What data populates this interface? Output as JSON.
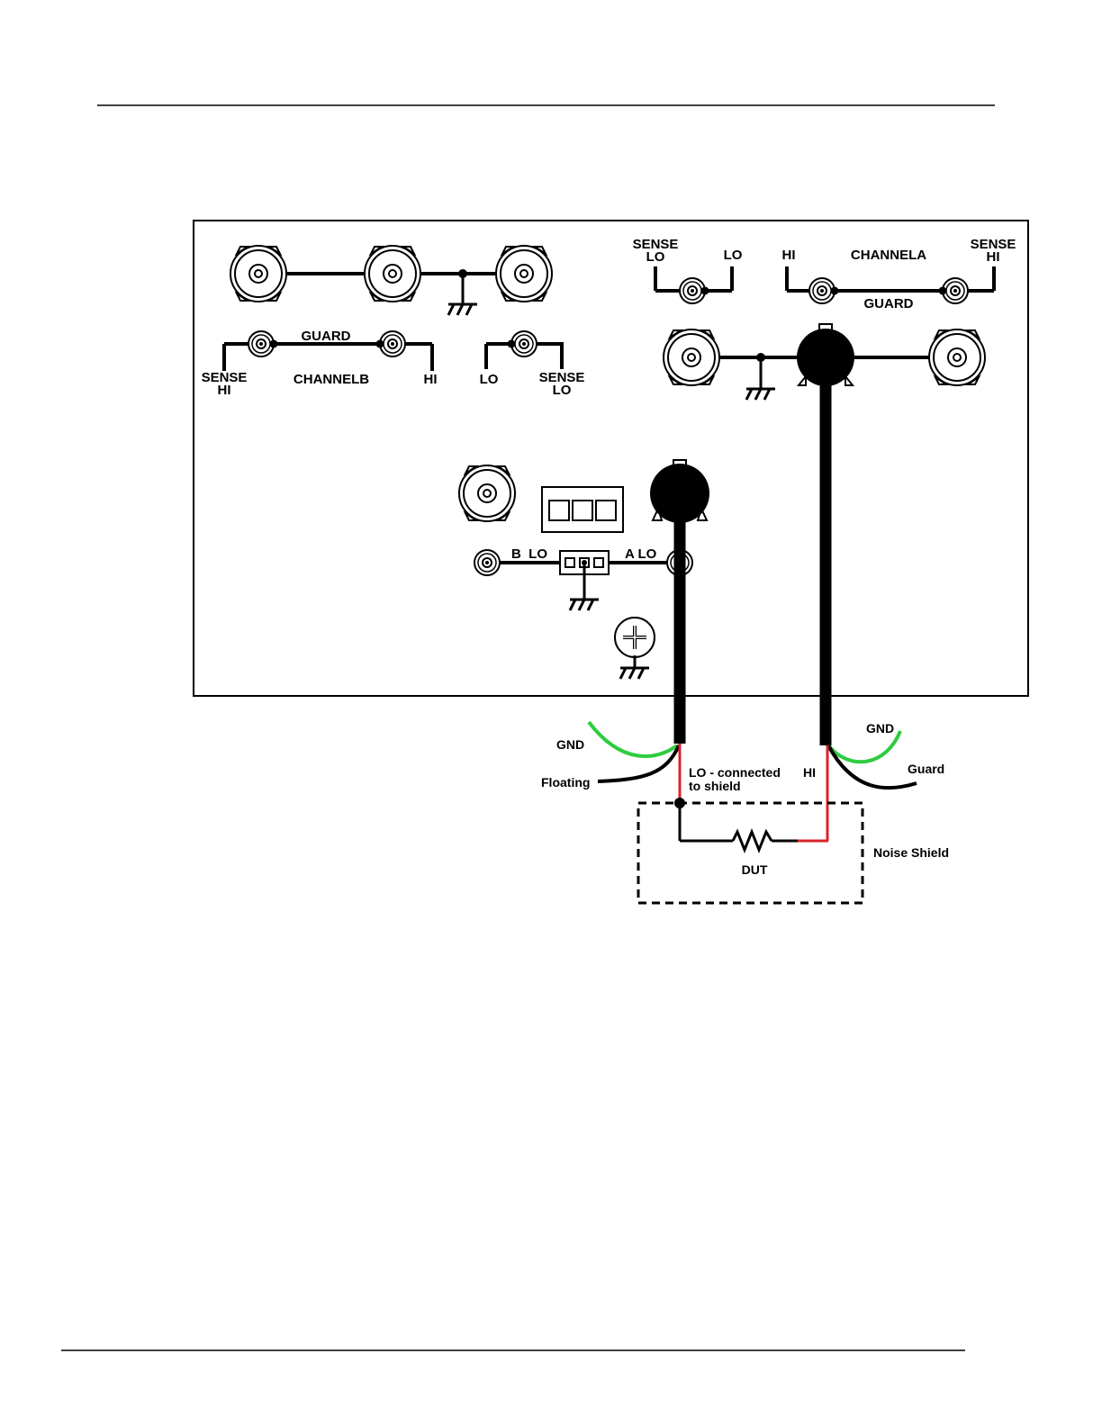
{
  "panel_labels": {
    "sense_lo_top": [
      "SENSE",
      "LO"
    ],
    "lo_top": "LO",
    "hi_a": "HI",
    "channel_a": "CHANNELA",
    "sense_hi_a": [
      "SENSE",
      "HI"
    ],
    "guard_a": "GUARD",
    "guard_b": "GUARD",
    "sense_hi_b": [
      "SENSE",
      "HI"
    ],
    "channel_b": "CHANNELB",
    "hi_b": "HI",
    "lo_b": "LO",
    "sense_lo_b": [
      "SENSE",
      "LO"
    ],
    "b_lo": "B  LO",
    "a_lo": "A LO"
  },
  "wiring_labels": {
    "gnd_left": "GND",
    "floating": "Floating",
    "lo_connected": [
      "LO - connected",
      "to shield"
    ],
    "hi": "HI",
    "gnd_right": "GND",
    "guard": "Guard",
    "noise_shield": "Noise Shield",
    "dut": "DUT"
  },
  "colors": {
    "wire": "#000000",
    "hi_lo_wire": "#d8232a",
    "ground_wire": "#2ecc40"
  }
}
